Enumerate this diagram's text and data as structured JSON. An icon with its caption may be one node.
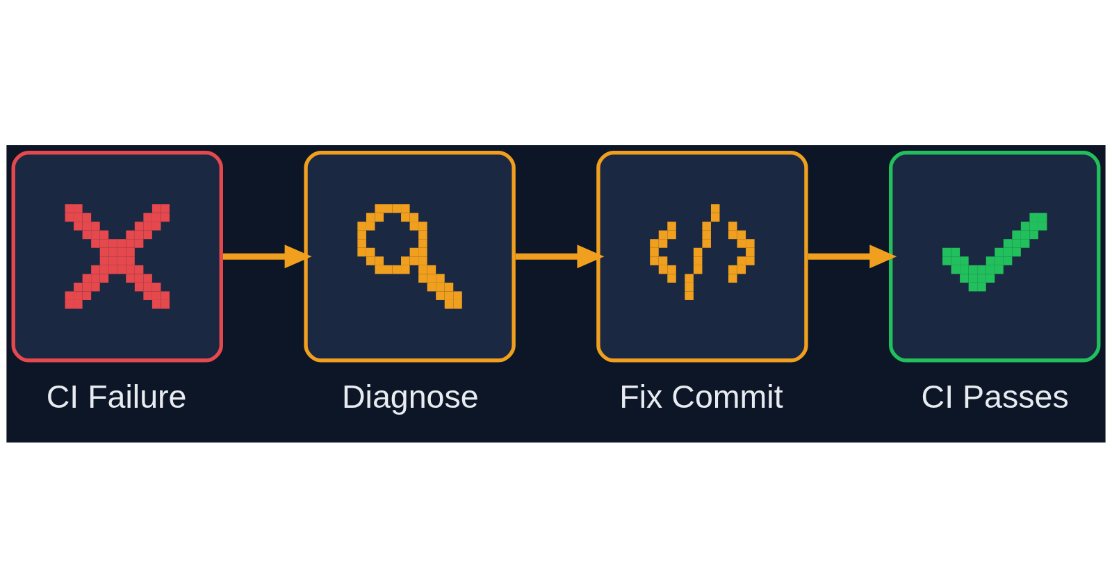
{
  "diagram": {
    "nodes": [
      {
        "text": [
          "CI Failure"
        ]
      },
      {
        "text": [
          "Diagnose"
        ]
      },
      {
        "text": [
          "Fix Commit"
        ]
      },
      {
        "text": [
          "CI Passes"
        ]
      }
    ],
    "edges": [
      {
        "from": 0,
        "to": 1,
        "arrow": "to"
      },
      {
        "from": 1,
        "to": 2,
        "arrow": "to"
      },
      {
        "from": 2,
        "to": 3,
        "arrow": "to"
      }
    ]
  }
}
